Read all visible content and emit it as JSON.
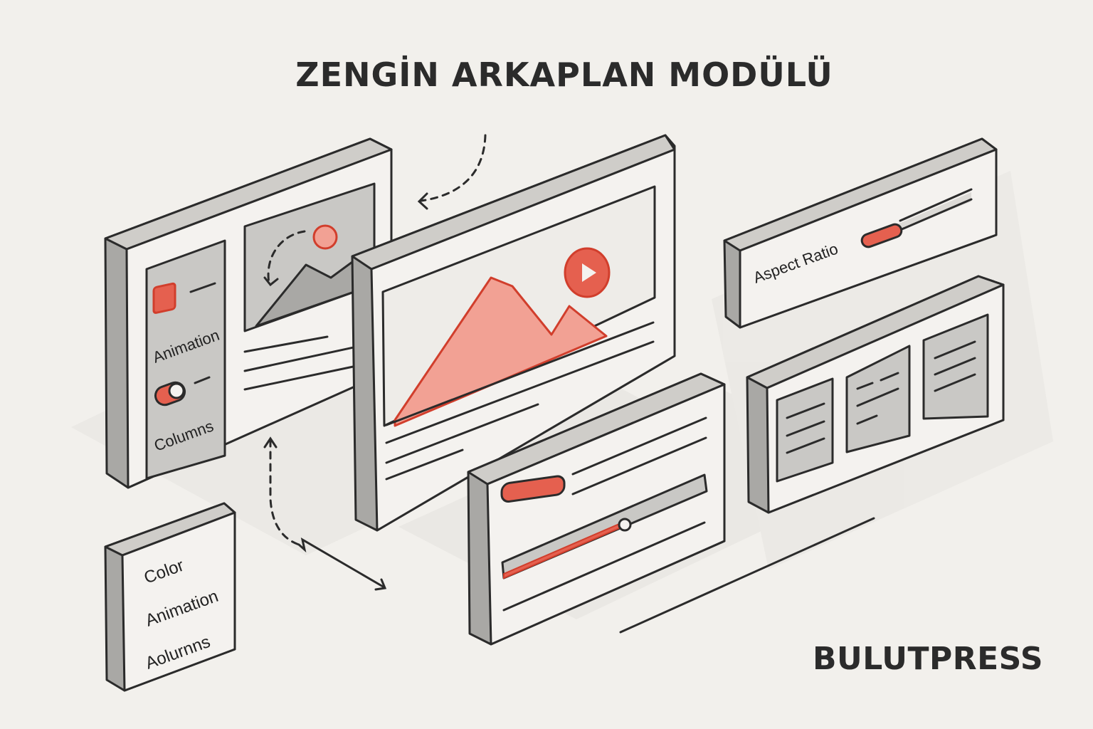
{
  "header": {
    "title": "ZENGİN ARKAPLAN MODÜLÜ"
  },
  "footer": {
    "brand": "BULUTPRESS"
  },
  "panels": {
    "settings_panel": {
      "items": [
        {
          "label": "Animation",
          "control": "color-swatch"
        },
        {
          "label": "Columns",
          "control": "toggle",
          "state": "on"
        }
      ]
    },
    "options_card": {
      "items": [
        "Color",
        "Animation",
        "Aolurnns"
      ]
    },
    "aspect_ratio_card": {
      "label": "Aspect Ratio",
      "slider_value_pct": 28
    },
    "media_preview": {
      "icon": "play-icon"
    },
    "slider_card": {
      "slider_value_pct": 55
    },
    "columns_card": {
      "columns": 3
    }
  },
  "colors": {
    "background": "#f2f0ec",
    "accent": "#e5604f",
    "accent_light": "#f2a194",
    "outline": "#2b2b2b",
    "panel_face": "#f4f2ef",
    "panel_side": "#a9a8a5",
    "inset": "#c9c8c5"
  }
}
